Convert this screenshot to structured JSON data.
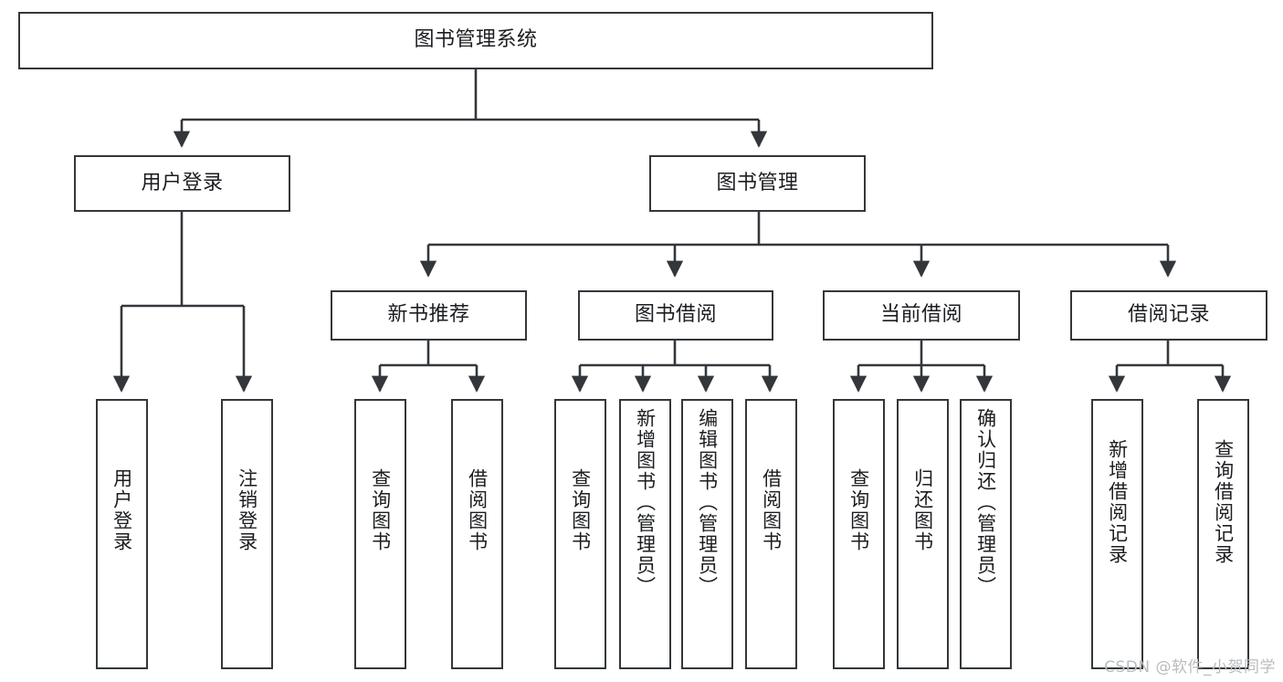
{
  "diagram": {
    "title": "图书管理系统",
    "watermark": "CSDN @软件_小贺同学",
    "root": {
      "label": "图书管理系统"
    },
    "level2": [
      {
        "label": "用户登录"
      },
      {
        "label": "图书管理"
      }
    ],
    "level3": [
      {
        "label": "新书推荐"
      },
      {
        "label": "图书借阅"
      },
      {
        "label": "当前借阅"
      },
      {
        "label": "借阅记录"
      }
    ],
    "leaves": {
      "user_login": [
        {
          "label": "用户登录"
        },
        {
          "label": "注销登录"
        }
      ],
      "new_book": [
        {
          "label": "查询图书"
        },
        {
          "label": "借阅图书"
        }
      ],
      "book_borrow": [
        {
          "label": "查询图书"
        },
        {
          "label": "新增图书（管理员）"
        },
        {
          "label": "编辑图书（管理员）"
        },
        {
          "label": "借阅图书"
        }
      ],
      "current_borrow": [
        {
          "label": "查询图书"
        },
        {
          "label": "归还图书"
        },
        {
          "label": "确认归还（管理员）"
        }
      ],
      "borrow_record": [
        {
          "label": "新增借阅记录"
        },
        {
          "label": "查询借阅记录"
        }
      ]
    },
    "colors": {
      "stroke": "#33373b",
      "text": "#1b1d20",
      "background": "#ffffff",
      "watermark": "#b9bbbd"
    }
  }
}
